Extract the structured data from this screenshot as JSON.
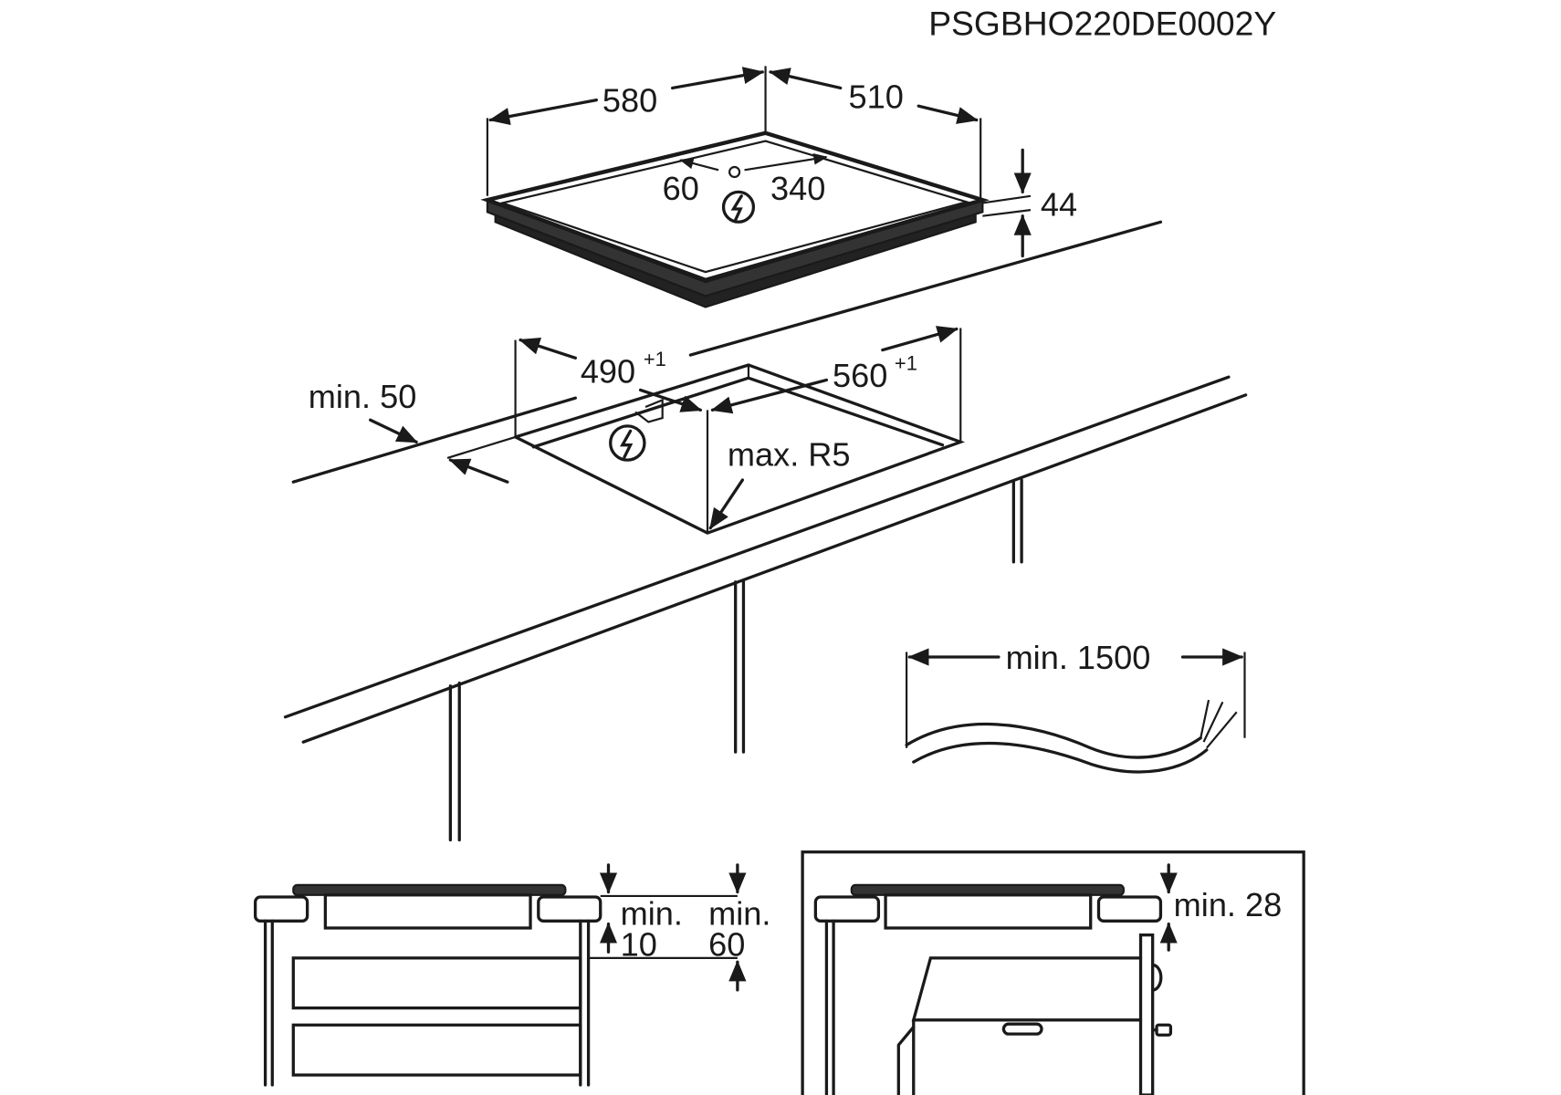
{
  "drawing_code": "PSGBHO220DE0002Y",
  "hob": {
    "width": "580",
    "depth": "510",
    "height": "44",
    "connection_offset_left": "60",
    "connection_offset_right": "340",
    "electric_icon": "lightning-circle-icon"
  },
  "cutout": {
    "width": "490",
    "width_tolerance": "+1",
    "depth": "560",
    "depth_tolerance": "+1",
    "edge_distance": "min. 50",
    "radius": "max. R5"
  },
  "cable": {
    "length": "min. 1500"
  },
  "section_drawers": {
    "gap_label_1": "min.",
    "gap_value_1": "10",
    "gap_label_2": "min.",
    "gap_value_2": "60"
  },
  "section_oven": {
    "gap": "min. 28"
  }
}
